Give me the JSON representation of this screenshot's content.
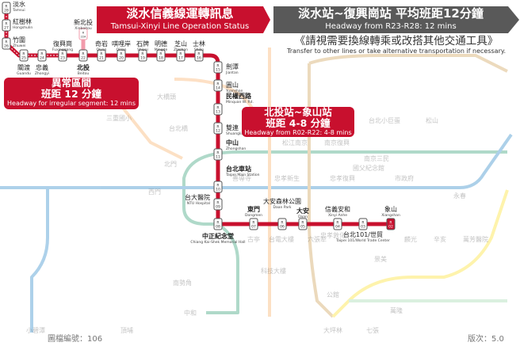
{
  "title": {
    "zh": "淡水信義線運轉訊息",
    "en": "Tamsui-Xinyi Line Operation Status"
  },
  "segment_banner": {
    "zh": "淡水站~復興崗站  平均班距12分鐘",
    "en": "Headway from R23-R28: 12 mins"
  },
  "transfer_notice": {
    "zh": "《請視需要換線轉乘或改搭其他交通工具》",
    "en": "Transfer to other lines or take alternative transportation if necessary."
  },
  "irregular_box": {
    "zh1": "異常區間",
    "zh2": "班距 12 分鐘",
    "en": "Headway for irregular segment: 12 mins"
  },
  "normal_box": {
    "zh1": "北投站~象山站",
    "zh2": "班距 4-8 分鐘",
    "en": "Headway from R02-R22: 4-8 mins"
  },
  "footer": {
    "image_no": "圖檔編號：106",
    "version": "版次：5.0"
  },
  "colors": {
    "red_line": "#c8102e",
    "branch": "#f29bab",
    "green_line": "#0a8a5a",
    "blue_line": "#0070bd",
    "orange_line": "#f8a04b",
    "brown_line": "#c48c31",
    "yellow_line": "#fedb00",
    "banner_grey": "#595959"
  },
  "stations": [
    {
      "line": "R",
      "num": "28",
      "zh": "淡水",
      "en": "Tamsui"
    },
    {
      "line": "R",
      "num": "27",
      "zh": "紅樹林",
      "en": "Hongshulin"
    },
    {
      "line": "R",
      "num": "26",
      "zh": "竹圍",
      "en": "Zhuwei"
    },
    {
      "line": "R",
      "num": "25",
      "zh": "關渡",
      "en": "Guandu"
    },
    {
      "line": "R",
      "num": "24",
      "zh": "忠義",
      "en": "Zhongyi"
    },
    {
      "line": "R",
      "num": "23",
      "zh": "復興崗",
      "en": "Fuxinggang"
    },
    {
      "line": "R",
      "num": "22",
      "zh": "北投",
      "en": "Beitou"
    },
    {
      "line": "R",
      "num": "21",
      "zh": "奇岩",
      "en": "Qiyan"
    },
    {
      "line": "R",
      "num": "20",
      "zh": "唭哩岸",
      "en": "Qilian"
    },
    {
      "line": "R",
      "num": "19",
      "zh": "石牌",
      "en": "Shipai"
    },
    {
      "line": "R",
      "num": "18",
      "zh": "明德",
      "en": "Mingde"
    },
    {
      "line": "R",
      "num": "17",
      "zh": "芝山",
      "en": "Zhishan"
    },
    {
      "line": "R",
      "num": "16",
      "zh": "士林",
      "en": "Shilin"
    },
    {
      "line": "R",
      "num": "15",
      "zh": "劍潭",
      "en": "Jiantan"
    },
    {
      "line": "R",
      "num": "14",
      "zh": "圓山",
      "en": "Yuanshan"
    },
    {
      "line": "R",
      "num": "13",
      "zh": "民權西路",
      "en": "Minquan W. Rd."
    },
    {
      "line": "R",
      "num": "12",
      "zh": "雙連",
      "en": "Shuanglian"
    },
    {
      "line": "R",
      "num": "11",
      "zh": "中山",
      "en": "Zhongshan"
    },
    {
      "line": "R",
      "num": "10",
      "zh": "台北車站",
      "en": "Taipei Main Station"
    },
    {
      "line": "R",
      "num": "09",
      "zh": "台大醫院",
      "en": "NTU Hospital"
    },
    {
      "line": "R",
      "num": "08",
      "zh": "中正紀念堂",
      "en": "Chiang Kai-Shek Memorial Hall"
    },
    {
      "line": "R",
      "num": "07",
      "zh": "東門",
      "en": "Dongmen"
    },
    {
      "line": "R",
      "num": "06",
      "zh": "大安森林公園",
      "en": "Daan Park"
    },
    {
      "line": "R",
      "num": "05",
      "zh": "大安",
      "en": "Daan"
    },
    {
      "line": "R",
      "num": "04",
      "zh": "信義安和",
      "en": "Xinyi Anhe"
    },
    {
      "line": "R",
      "num": "03",
      "zh": "台北101/世貿",
      "en": "Taipei 101/World Trade Center"
    },
    {
      "line": "R",
      "num": "02",
      "zh": "象山",
      "en": "Xiangshan"
    },
    {
      "line": "R",
      "num": "22A",
      "zh": "新北投",
      "en": "Xinbeitou"
    }
  ],
  "background_stations": [
    "三重國小",
    "大橋頭",
    "台北橋",
    "北門",
    "西門",
    "善導寺",
    "忠孝新生",
    "忠孝復興",
    "忠孝敦化",
    "國父紀念館",
    "市政府",
    "永春",
    "松江南京",
    "南京復興",
    "台北小巨蛋",
    "南京三民",
    "松山",
    "古亭",
    "台電大樓",
    "科技大樓",
    "六張犁",
    "麟光",
    "辛亥",
    "萬芳醫院",
    "景美",
    "萬隆",
    "公館",
    "七張",
    "大坪林",
    "小碧潭",
    "頂埔",
    "南勢角",
    "中和"
  ]
}
